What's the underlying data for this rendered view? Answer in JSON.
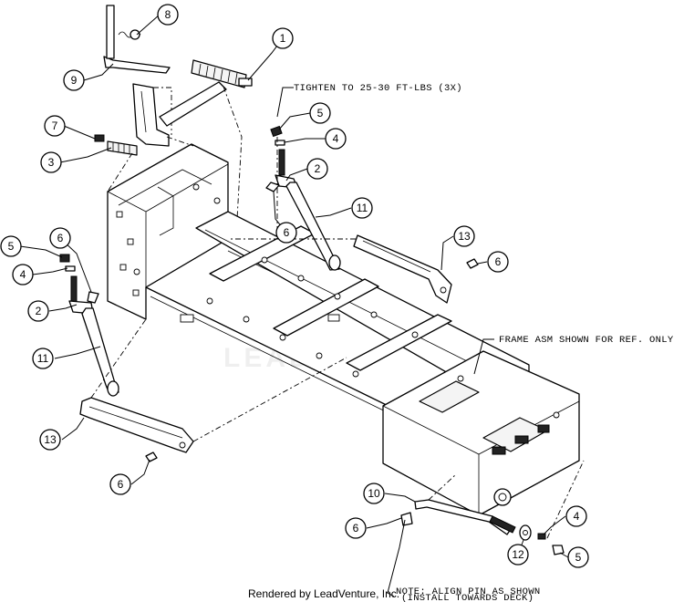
{
  "notes": {
    "torque": "TIGHTEN TO 25-30 FT-LBS (3X)",
    "frame": "FRAME ASM SHOWN FOR REF. ONLY",
    "align_line1": "NOTE: ALIGN PIN AS SHOWN",
    "align_line2": "(INSTALL TOWARDS DECK)"
  },
  "credit": "Rendered by LeadVenture, Inc.",
  "watermark": "LEADVENTURE",
  "callouts": [
    "1",
    "8",
    "9",
    "7",
    "3",
    "5",
    "4",
    "2",
    "6",
    "11",
    "13",
    "6",
    "5",
    "4",
    "6",
    "2",
    "11",
    "13",
    "6",
    "10",
    "6",
    "4",
    "12",
    "5"
  ]
}
